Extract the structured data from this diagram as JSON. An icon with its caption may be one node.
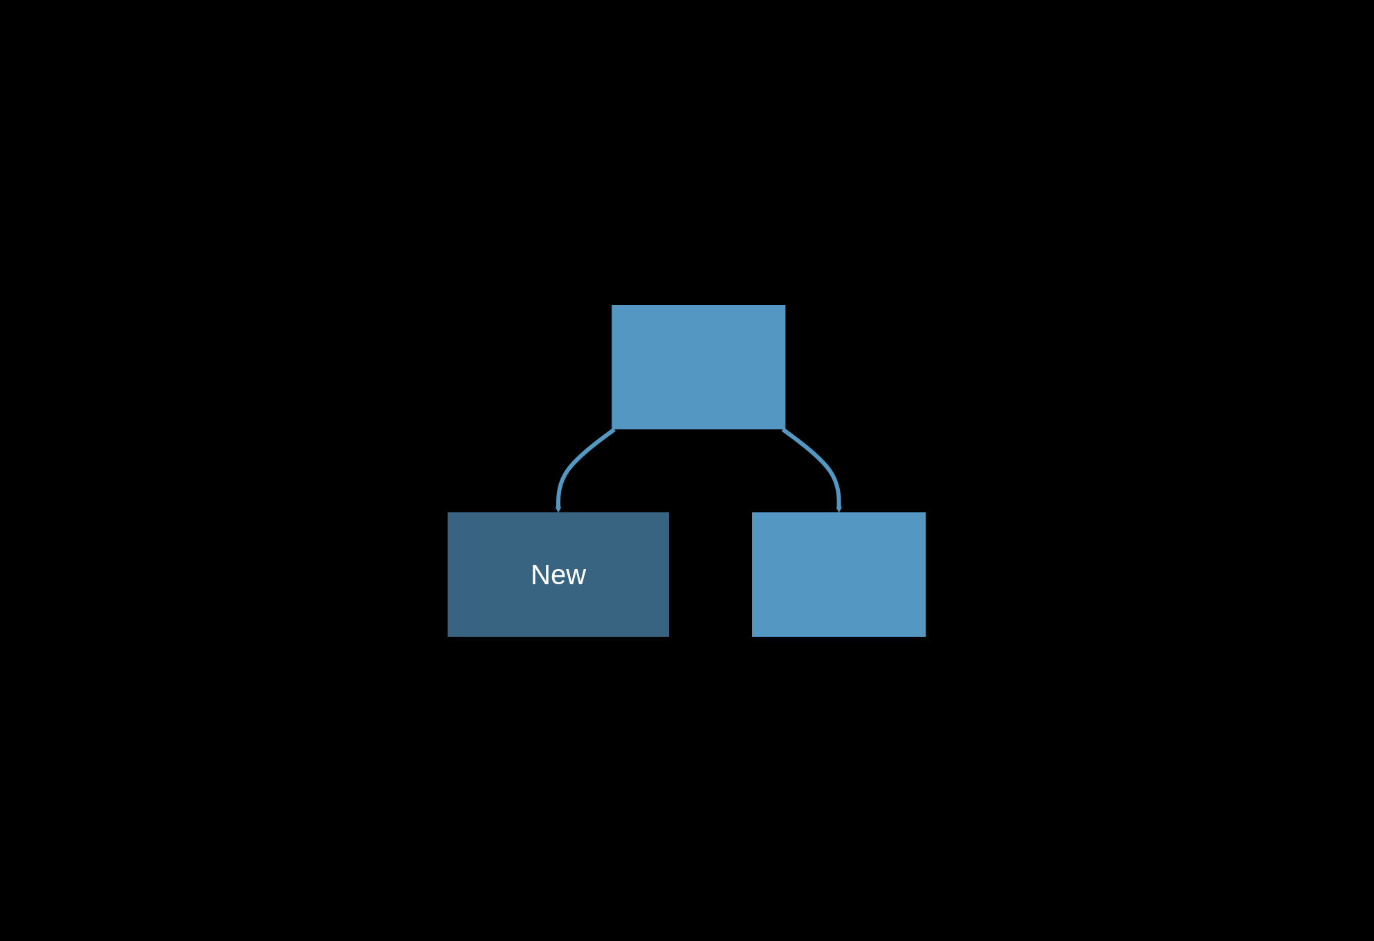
{
  "diagram": {
    "nodes": [
      {
        "text": [],
        "shape": "box"
      },
      {
        "text": [
          "New"
        ]
      },
      {
        "text": [],
        "shape": "box"
      }
    ],
    "edges": [
      {
        "from": 0,
        "to": 1,
        "arrow": "to"
      },
      {
        "from": 0,
        "to": 2,
        "arrow": "to"
      }
    ]
  }
}
